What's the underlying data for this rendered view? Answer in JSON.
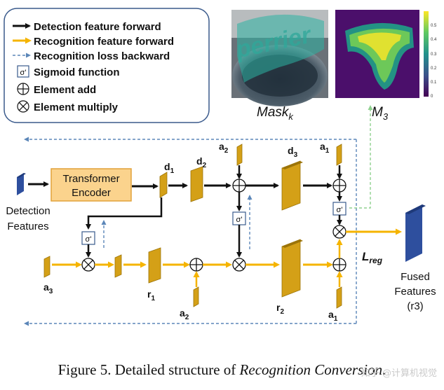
{
  "legend": {
    "detection_forward": "Detection feature forward",
    "recognition_forward": "Recognition feature forward",
    "recognition_backward": "Recognition loss backward",
    "sigmoid": "Sigmoid function",
    "element_add": "Element add",
    "element_multiply": "Element multiply"
  },
  "symbols": {
    "sigmoid": "σ'",
    "add": "+",
    "multiply": "×"
  },
  "blocks": {
    "detection_features_line1": "Detection",
    "detection_features_line2": "Features",
    "transformer_line1": "Transformer",
    "transformer_line2": "Encoder",
    "fused_line1": "Fused",
    "fused_line2": "Features",
    "fused_line3": "(r3)"
  },
  "labels": {
    "d1": "d",
    "d1_sub": "1",
    "d2": "d",
    "d2_sub": "2",
    "d3": "d",
    "d3_sub": "3",
    "a2_top": "a",
    "a2_top_sub": "2",
    "a1_top": "a",
    "a1_top_sub": "1",
    "a3": "a",
    "a3_sub": "3",
    "r1": "r",
    "r1_sub": "1",
    "a2_bottom": "a",
    "a2_bottom_sub": "2",
    "r2": "r",
    "r2_sub": "2",
    "a1_bottom": "a",
    "a1_bottom_sub": "1",
    "loss": "L",
    "loss_sub": "reg"
  },
  "images": {
    "mask_caption": "Mask",
    "mask_caption_sub": "k",
    "mask_text": "perrier",
    "m3_caption": "M",
    "m3_caption_sub": "3"
  },
  "colorbar": {
    "ticks": [
      "0.5",
      "0.4",
      "0.3",
      "0.2",
      "0.1",
      "0"
    ]
  },
  "caption": {
    "prefix": "Figure 5. Detailed structure of ",
    "italic": "Recognition Conversion."
  },
  "watermark": "知乎 @计算机视觉",
  "colors": {
    "detection": "#111111",
    "recognition": "#f5b400",
    "backward": "#5b86b8",
    "feature_fill": "#d4a017",
    "feature_side": "#9c7408",
    "blue_feature": "#2e4f9e",
    "transformer_fill": "#fbd38d",
    "transformer_stroke": "#e2a23a"
  }
}
